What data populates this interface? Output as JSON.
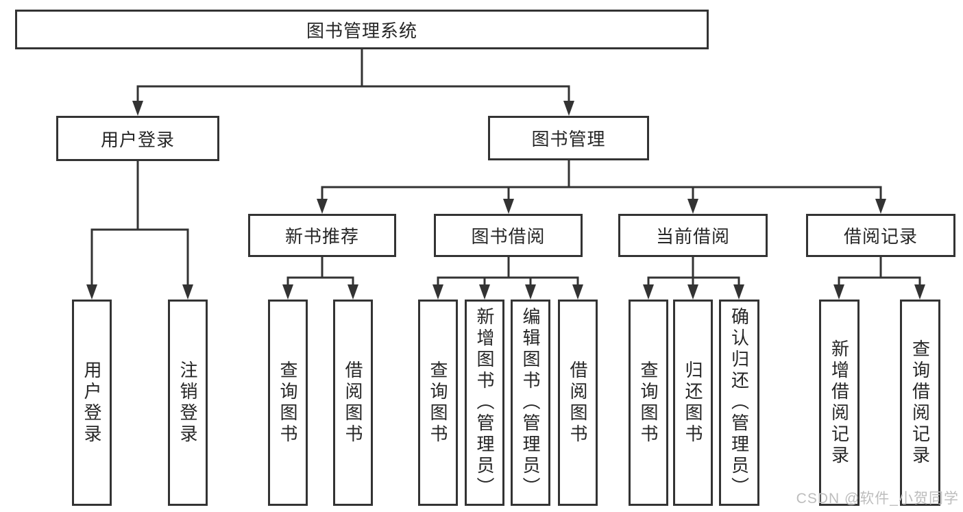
{
  "diagram_title": "图书管理系统",
  "nodes": {
    "root": {
      "label": "图书管理系统"
    },
    "user_login": {
      "label": "用户登录"
    },
    "book_mgmt": {
      "label": "图书管理"
    },
    "new_books": {
      "label": "新书推荐"
    },
    "book_borrow": {
      "label": "图书借阅"
    },
    "current_borrow": {
      "label": "当前借阅"
    },
    "borrow_records": {
      "label": "借阅记录"
    },
    "leaf_user_login": {
      "label": "用户登录"
    },
    "leaf_logout": {
      "label": "注销登录"
    },
    "leaf_nb_query": {
      "label": "查询图书"
    },
    "leaf_nb_borrow": {
      "label": "借阅图书"
    },
    "leaf_bb_query": {
      "label": "查询图书"
    },
    "leaf_bb_add": {
      "label": "新增图书（管理员）"
    },
    "leaf_bb_edit": {
      "label": "编辑图书（管理员）"
    },
    "leaf_bb_borrow": {
      "label": "借阅图书"
    },
    "leaf_cb_query": {
      "label": "查询图书"
    },
    "leaf_cb_return": {
      "label": "归还图书"
    },
    "leaf_cb_confirm": {
      "label": "确认归还（管理员）"
    },
    "leaf_br_add": {
      "label": "新增借阅记录"
    },
    "leaf_br_query": {
      "label": "查询借阅记录"
    }
  },
  "hierarchy": {
    "root": [
      "user_login",
      "book_mgmt"
    ],
    "user_login": [
      "leaf_user_login",
      "leaf_logout"
    ],
    "book_mgmt": [
      "new_books",
      "book_borrow",
      "current_borrow",
      "borrow_records"
    ],
    "new_books": [
      "leaf_nb_query",
      "leaf_nb_borrow"
    ],
    "book_borrow": [
      "leaf_bb_query",
      "leaf_bb_add",
      "leaf_bb_edit",
      "leaf_bb_borrow"
    ],
    "current_borrow": [
      "leaf_cb_query",
      "leaf_cb_return",
      "leaf_cb_confirm"
    ],
    "borrow_records": [
      "leaf_br_add",
      "leaf_br_query"
    ]
  },
  "watermark": {
    "text": "CSDN @软件_小贺同学"
  },
  "colors": {
    "line": "#333333",
    "text": "#262626",
    "watermark": "#bdbdbd",
    "background": "#ffffff"
  }
}
